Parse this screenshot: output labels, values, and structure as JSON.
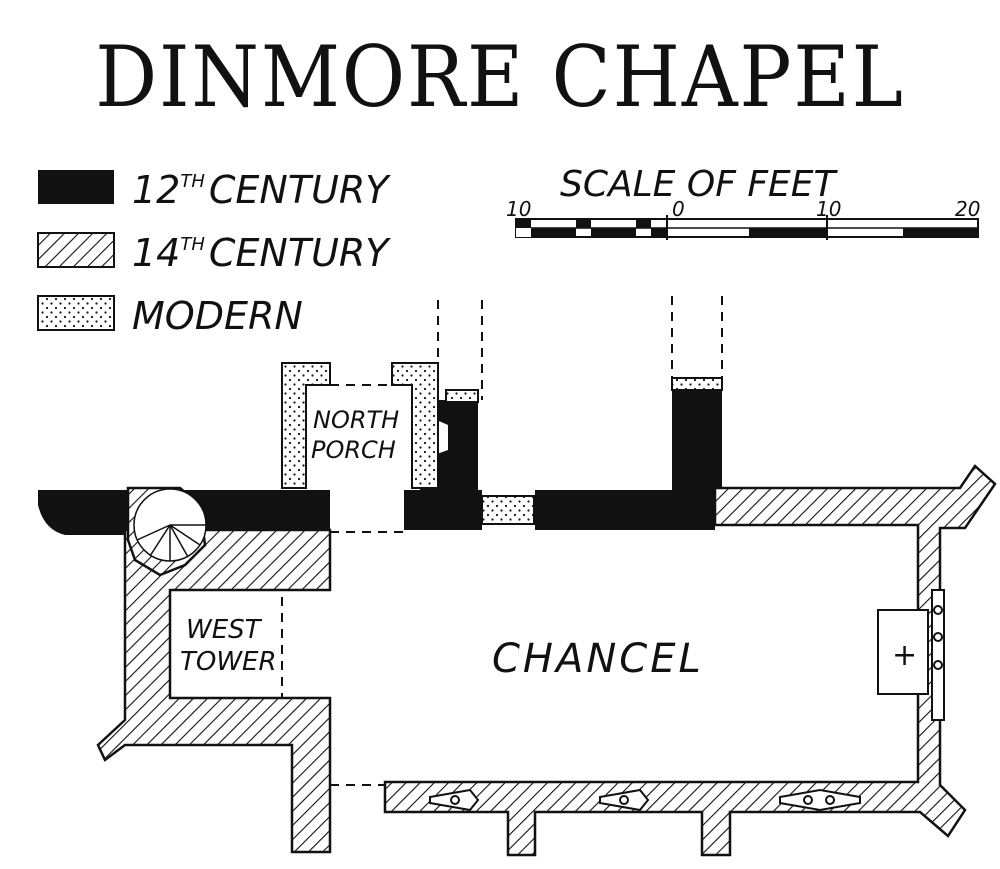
{
  "title": "DINMORE CHAPEL",
  "legend": {
    "items": [
      {
        "label_main": "12",
        "label_sup": "TH",
        "label_rest": "CENTURY",
        "fill": "solid"
      },
      {
        "label_main": "14",
        "label_sup": "TH",
        "label_rest": "CENTURY",
        "fill": "hatched"
      },
      {
        "label_main": "MODERN",
        "label_sup": "",
        "label_rest": "",
        "fill": "dotted"
      }
    ]
  },
  "scale": {
    "title": "SCALE OF FEET",
    "ticks": [
      "10",
      "0",
      "10",
      "20"
    ]
  },
  "rooms": {
    "north_porch": [
      "NORTH",
      "PORCH"
    ],
    "west_tower": [
      "WEST",
      "TOWER"
    ],
    "chancel": "CHANCEL",
    "altar_symbol": "+"
  },
  "colors": {
    "ink": "#111111",
    "paper": "#ffffff"
  }
}
